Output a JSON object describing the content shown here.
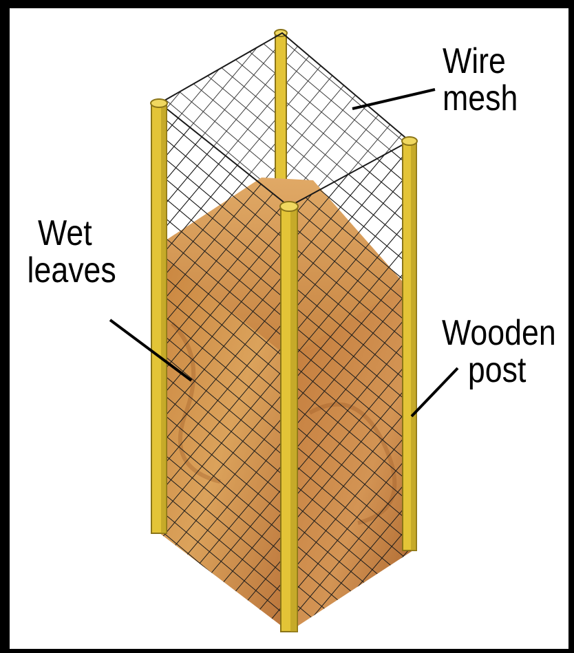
{
  "diagram": {
    "labels": {
      "wire_mesh": [
        "Wire",
        "mesh"
      ],
      "wet_leaves": [
        "Wet",
        "leaves"
      ],
      "wooden_post": [
        "Wooden",
        "post"
      ]
    }
  },
  "colors": {
    "frame": "#000000",
    "post": "#e3c437",
    "post_shadow": "#b39a1f",
    "leaves_light": "#d99a52",
    "leaves_dark": "#a85e25",
    "mesh": "#1a1a1a"
  }
}
